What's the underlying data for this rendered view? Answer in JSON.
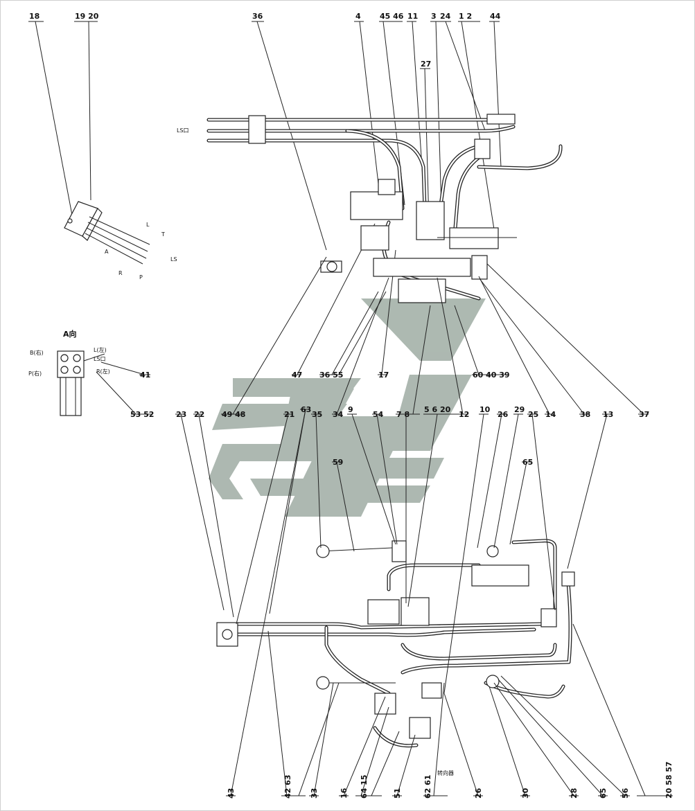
{
  "view_label": "A向",
  "port_labels": {
    "l": "L",
    "t": "T",
    "ls": "LS",
    "a": "A",
    "r": "R",
    "p": "P",
    "ls_port": "LS口",
    "b_side": "B(右)",
    "p_side": "P(右)",
    "l_side": "L(左)",
    "r_side": "R(左)",
    "ls_top": "LS口",
    "steering_wheel": "转向器"
  },
  "callouts": [
    {
      "id": "c18",
      "text": "18"
    },
    {
      "id": "c19_20",
      "text": "19  20"
    },
    {
      "id": "c36a",
      "text": "36"
    },
    {
      "id": "c4",
      "text": "4"
    },
    {
      "id": "c45_46",
      "text": "45  46"
    },
    {
      "id": "c11",
      "text": "11"
    },
    {
      "id": "c3",
      "text": "3"
    },
    {
      "id": "c24a",
      "text": "24"
    },
    {
      "id": "c1_2",
      "text": "1   2"
    },
    {
      "id": "c44",
      "text": "44"
    },
    {
      "id": "c27",
      "text": "27"
    },
    {
      "id": "c41",
      "text": "41"
    },
    {
      "id": "c53_52",
      "text": "53  52"
    },
    {
      "id": "c47",
      "text": "47"
    },
    {
      "id": "c36_55",
      "text": "36  55"
    },
    {
      "id": "c17",
      "text": "17"
    },
    {
      "id": "c60_40_39",
      "text": "60  40  39"
    },
    {
      "id": "c38",
      "text": "38"
    },
    {
      "id": "c37",
      "text": "37"
    },
    {
      "id": "c23",
      "text": "23"
    },
    {
      "id": "c22",
      "text": "22"
    },
    {
      "id": "c49_48",
      "text": "49  48"
    },
    {
      "id": "c21",
      "text": "21"
    },
    {
      "id": "c63a",
      "text": "63"
    },
    {
      "id": "c35",
      "text": "35"
    },
    {
      "id": "c34",
      "text": "34"
    },
    {
      "id": "c9",
      "text": "9"
    },
    {
      "id": "c54",
      "text": "54"
    },
    {
      "id": "c7_8",
      "text": "7   8"
    },
    {
      "id": "c5_6_20",
      "text": "5   6   20"
    },
    {
      "id": "c12",
      "text": "12"
    },
    {
      "id": "c10",
      "text": "10"
    },
    {
      "id": "c26a",
      "text": "26"
    },
    {
      "id": "c29",
      "text": "29"
    },
    {
      "id": "c25",
      "text": "25"
    },
    {
      "id": "c14",
      "text": "14"
    },
    {
      "id": "c13",
      "text": "13"
    },
    {
      "id": "c59",
      "text": "59"
    },
    {
      "id": "c65a",
      "text": "65"
    },
    {
      "id": "c43",
      "text": "43"
    },
    {
      "id": "c42_63",
      "text": "42 63"
    },
    {
      "id": "c33",
      "text": "33"
    },
    {
      "id": "c16",
      "text": "16"
    },
    {
      "id": "c64_15",
      "text": "64  15"
    },
    {
      "id": "c51",
      "text": "51"
    },
    {
      "id": "c62_61",
      "text": "62  61"
    },
    {
      "id": "c26b",
      "text": "26"
    },
    {
      "id": "c30",
      "text": "30"
    },
    {
      "id": "c28",
      "text": "28"
    },
    {
      "id": "c65b",
      "text": "65"
    },
    {
      "id": "c56",
      "text": "56"
    },
    {
      "id": "c20_58_57",
      "text": "20  58  57"
    }
  ],
  "colors": {
    "line": "#222222",
    "watermark": "#a9b5ad",
    "background": "#ffffff"
  }
}
